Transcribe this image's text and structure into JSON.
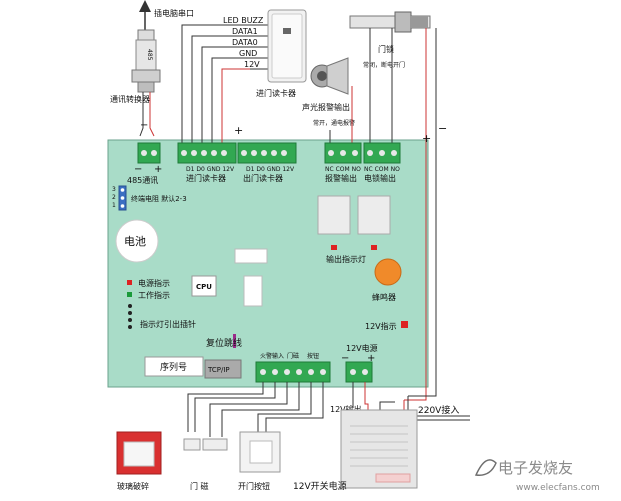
{
  "top": {
    "pc_serial": "插电脑串口",
    "rs485_text": "485",
    "converter": "通讯转换器",
    "lock_top": "门锁",
    "lock_note": "常闭，断电开门",
    "reader_pins": [
      "LED BUZZ",
      "DATA1",
      "DATA0",
      "GND",
      "12V"
    ],
    "entry_reader_label": "进门读卡器",
    "alarm_device": "声光报警输出",
    "alarm_note": "常开，通电报警"
  },
  "board": {
    "t485": "485通讯",
    "entry_reader_terms": "进门读卡器",
    "exit_reader_terms": "出门读卡器",
    "reader_pin_row": "D1 D0 GND 12V",
    "alarm_out": "报警输出",
    "lock_out": "电锁输出",
    "relay_pins": "NC COM NO",
    "plus": "+",
    "minus": "−",
    "jumper_nums": [
      "3",
      "2",
      "1"
    ],
    "termination": "终端电阻 默认2-3",
    "battery": "电池",
    "power_led": "电源指示",
    "work_led": "工作指示",
    "cpu": "CPU",
    "led_pinout": "指示灯引出插针",
    "output_led": "输出指示灯",
    "buzzer": "蜂鸣器",
    "v12_led": "12V指示",
    "reset": "复位跳线",
    "serial_no": "序列号",
    "tcpip": "TCP/IP",
    "fire_input": "火警输入",
    "door_mag": "门磁",
    "button": "按钮",
    "power_12v": "12V电源"
  },
  "bottom": {
    "v12_out": "12V输出",
    "v220_in": "220V接入",
    "glass": "玻璃破碎",
    "door_sensor": "门 磁",
    "exit_button": "开门按钮",
    "psu": "12V开关电源",
    "watermark": "电子发烧友",
    "watermark_url": "www.elecfans.com"
  }
}
